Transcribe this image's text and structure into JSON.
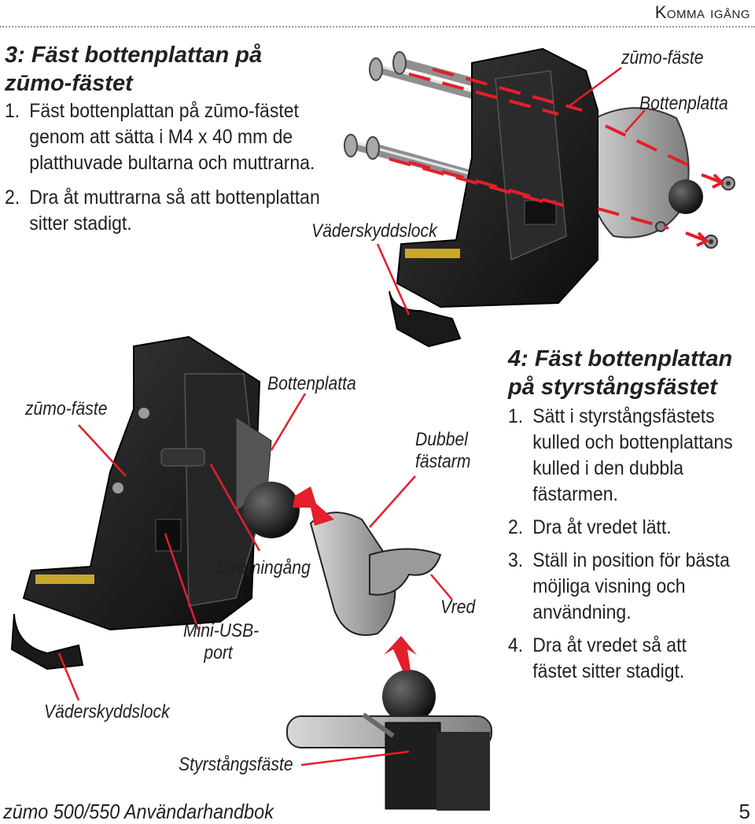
{
  "header": {
    "section_first": "K",
    "section_rest": "omma igång"
  },
  "section3": {
    "heading_line1": "3: Fäst bottenplattan på",
    "heading_line2": "zūmo-fästet",
    "steps": [
      {
        "num": "1.",
        "lines": [
          "Fäst bottenplattan på zūmo-fästet",
          "genom att sätta i M4 x 40 mm de",
          "platthuvade bultarna och muttrarna."
        ]
      },
      {
        "num": "2.",
        "lines": [
          "Dra åt muttrarna så att bottenplattan",
          "sitter stadigt."
        ]
      }
    ]
  },
  "figure1": {
    "label_mount": "zūmo-fäste",
    "label_baseplate": "Bottenplatta",
    "label_weathercap": "Väderskyddslock"
  },
  "figure2": {
    "label_mount": "zūmo-fäste",
    "label_baseplate": "Bottenplatta",
    "label_doublearm_1": "Dubbel",
    "label_doublearm_2": "fästarm",
    "label_power": "Strömingång",
    "label_usb_1": "Mini-USB-",
    "label_usb_2": "port",
    "label_knob": "Vred",
    "label_weathercap": "Väderskyddslock",
    "label_handlebar": "Styrstångsfäste"
  },
  "section4": {
    "heading_line1": "4: Fäst bottenplattan",
    "heading_line2": "på styrstångsfästet",
    "steps": [
      {
        "num": "1.",
        "lines": [
          "Sätt i styrstångsfästets",
          "kulled och bottenplattans",
          "kulled i den dubbla",
          "fästarmen."
        ]
      },
      {
        "num": "2.",
        "lines": [
          "Dra åt vredet lätt."
        ]
      },
      {
        "num": "3.",
        "lines": [
          "Ställ in position för bästa",
          "möjliga visning och",
          "användning."
        ]
      },
      {
        "num": "4.",
        "lines": [
          "Dra åt vredet så att",
          "fästet sitter stadigt."
        ]
      }
    ]
  },
  "footer": {
    "manual_title": "zūmo 500/550 Användarhandbok",
    "page_number": "5"
  },
  "colors": {
    "accent_arrow": "#e41e2b",
    "text": "#231f20",
    "device": "#1c1c1c"
  }
}
